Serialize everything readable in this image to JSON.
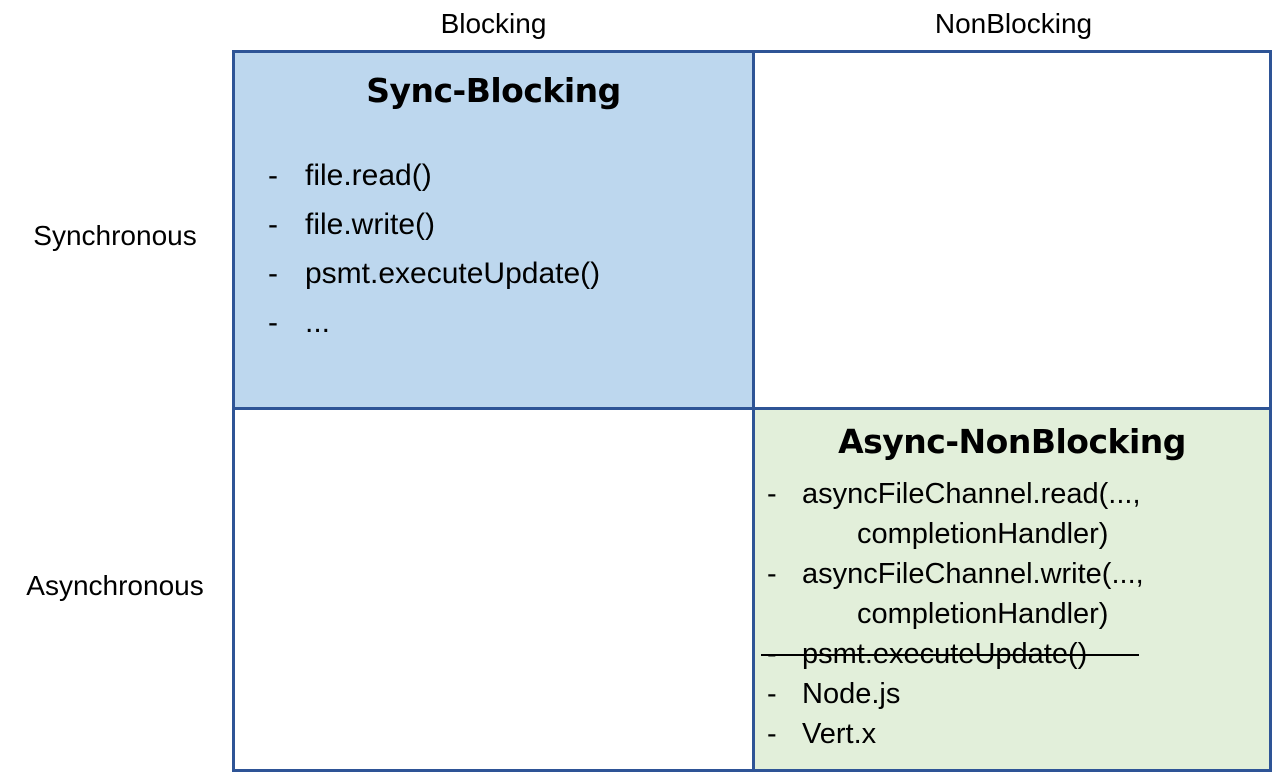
{
  "diagram": {
    "type": "2x2-matrix",
    "column_headers": [
      "Blocking",
      "NonBlocking"
    ],
    "row_headers": [
      "Synchronous",
      "Asynchronous"
    ],
    "colors": {
      "border": "#2E5496",
      "sync_blocking_fill": "#BDD7EE",
      "async_nonblocking_fill": "#E2EFDA",
      "empty_fill": "#FFFFFF",
      "text": "#000000"
    },
    "cells": {
      "sync_blocking": {
        "title": "Sync-Blocking",
        "items": [
          {
            "text": "file.read()",
            "struck": false
          },
          {
            "text": "file.write()",
            "struck": false
          },
          {
            "text": "psmt.executeUpdate()",
            "struck": false
          },
          {
            "text": "...",
            "struck": false
          }
        ]
      },
      "sync_nonblocking": {
        "title": "",
        "items": []
      },
      "async_blocking": {
        "title": "",
        "items": []
      },
      "async_nonblocking": {
        "title": "Async-NonBlocking",
        "items": [
          {
            "text": "asyncFileChannel.read(...,",
            "cont": "completionHandler)",
            "struck": false
          },
          {
            "text": "asyncFileChannel.write(...,",
            "cont": "completionHandler)",
            "struck": false
          },
          {
            "text": "psmt.executeUpdate()",
            "struck": true
          },
          {
            "text": "Node.js",
            "struck": false
          },
          {
            "text": "Vert.x",
            "struck": false
          }
        ]
      }
    },
    "bullet_glyph": "-"
  }
}
